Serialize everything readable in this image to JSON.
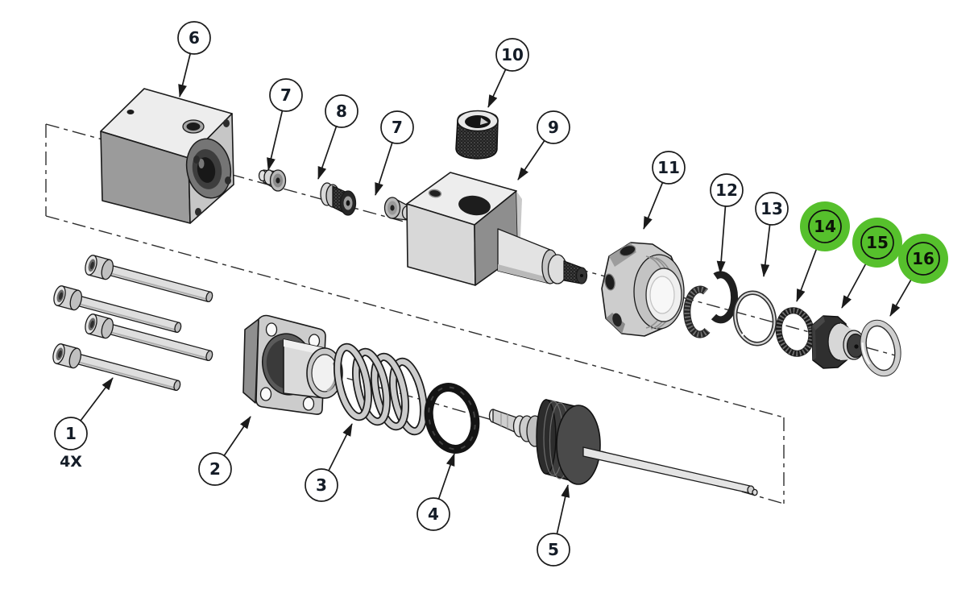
{
  "diagram": {
    "kind": "exploded-assembly-parts-diagram",
    "background": "#ffffff"
  },
  "colors": {
    "highlight_green": "#56c02c",
    "balloon_fill": "#ffffff",
    "balloon_stroke": "#1a1a1a",
    "line": "#1a1a1a"
  },
  "callouts": [
    {
      "label": "6",
      "highlighted": false
    },
    {
      "label": "7",
      "highlighted": false
    },
    {
      "label": "8",
      "highlighted": false
    },
    {
      "label": "7",
      "highlighted": false
    },
    {
      "label": "10",
      "highlighted": false
    },
    {
      "label": "9",
      "highlighted": false
    },
    {
      "label": "11",
      "highlighted": false
    },
    {
      "label": "12",
      "highlighted": false
    },
    {
      "label": "13",
      "highlighted": false
    },
    {
      "label": "14",
      "highlighted": true
    },
    {
      "label": "15",
      "highlighted": true
    },
    {
      "label": "16",
      "highlighted": true
    },
    {
      "label": "1",
      "highlighted": false,
      "qty": "4X"
    },
    {
      "label": "2",
      "highlighted": false
    },
    {
      "label": "3",
      "highlighted": false
    },
    {
      "label": "4",
      "highlighted": false
    },
    {
      "label": "5",
      "highlighted": false
    }
  ]
}
